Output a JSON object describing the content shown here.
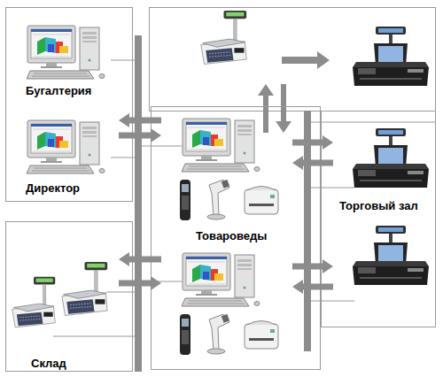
{
  "diagram": {
    "nodes": [
      {
        "text": [
          "Бугалтерия",
          "Директор"
        ]
      },
      {
        "text": [
          "Товароведы"
        ]
      },
      {
        "text": [
          "Торговый зал"
        ]
      },
      {
        "text": [
          "Склад"
        ]
      }
    ],
    "edges": [
      {
        "from": 0,
        "to": 1,
        "arrow": "both"
      },
      {
        "from": 1,
        "to": 2,
        "arrow": "both"
      },
      {
        "from": 3,
        "to": 1,
        "arrow": "both"
      },
      {
        "from": 1,
        "to": 2,
        "arrow": "both"
      }
    ]
  }
}
